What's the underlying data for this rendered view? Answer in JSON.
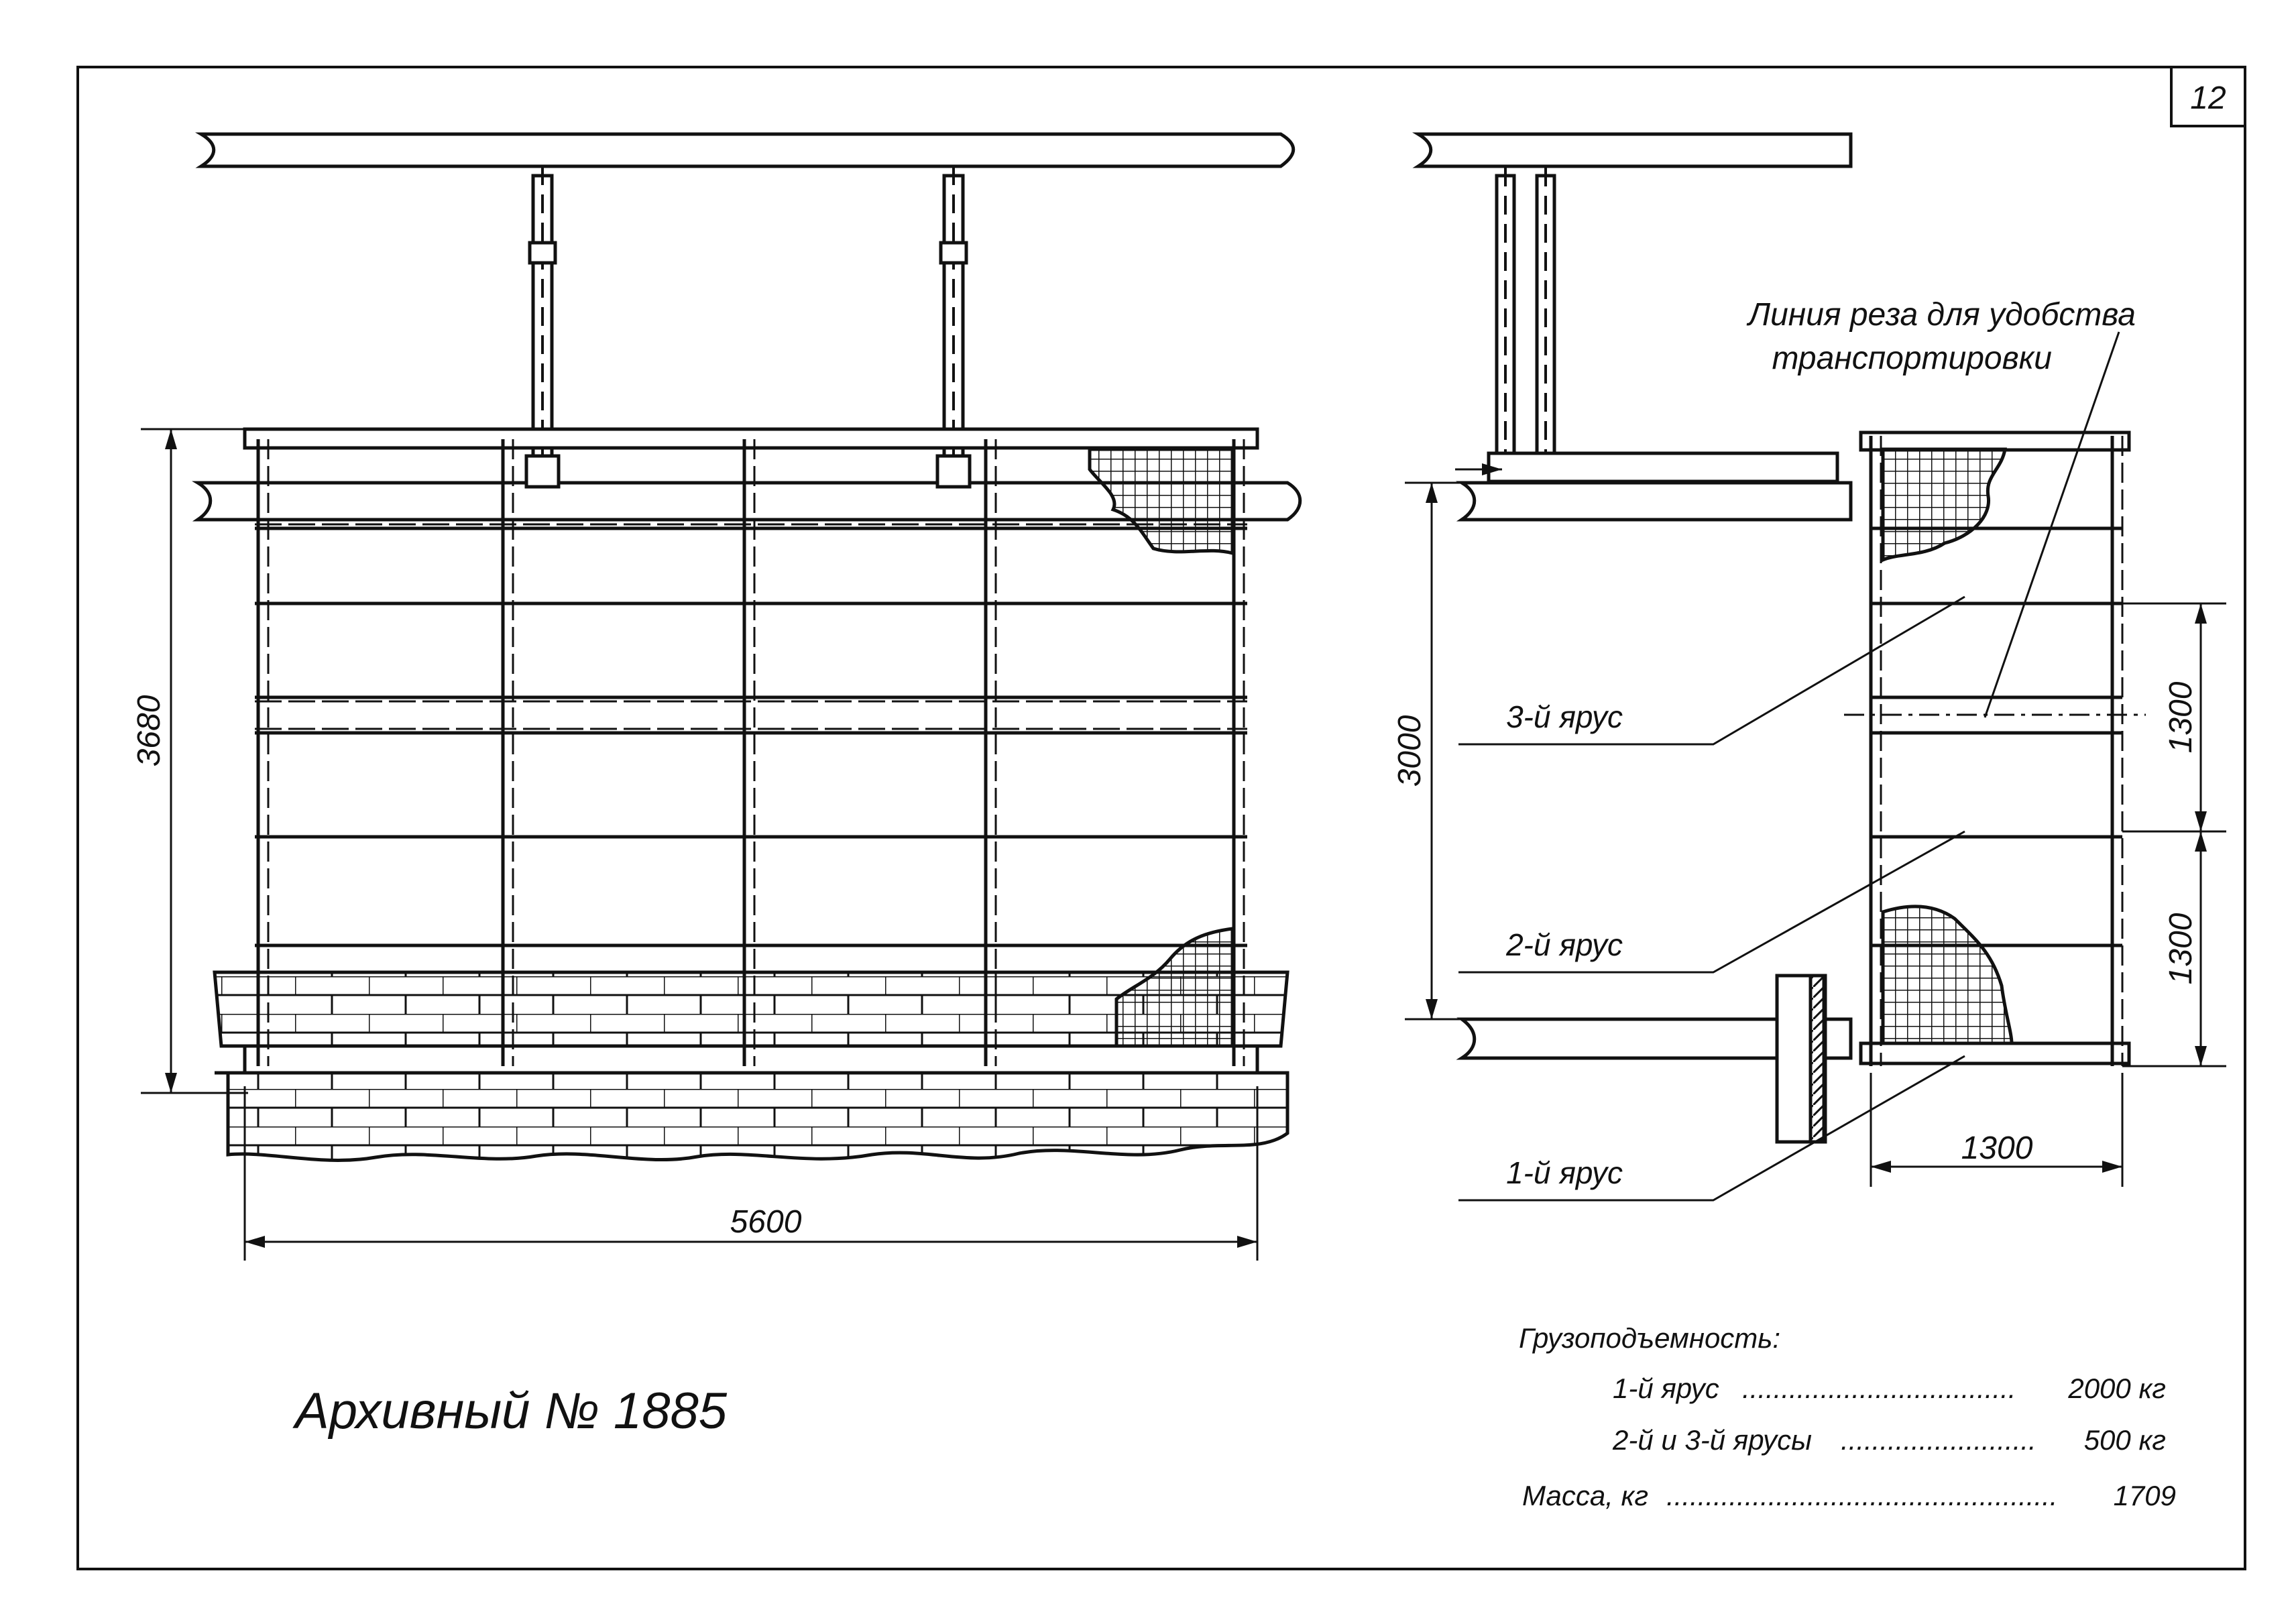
{
  "sheet": {
    "number": "12",
    "archive": "Архивный № 1885"
  },
  "front_view": {
    "dim_height": "3680",
    "dim_width": "5600"
  },
  "side_view": {
    "cut_line_label_1": "Линия реза для удобства",
    "cut_line_label_2": "транспортировки",
    "dim_height": "3000",
    "dim_tier_upper": "1300",
    "dim_tier_lower": "1300",
    "dim_width": "1300",
    "tiers": [
      "3-й ярус",
      "2-й ярус",
      "1-й ярус"
    ]
  },
  "specs": {
    "title": "Грузоподъемность:",
    "rows": [
      {
        "label": "1-й ярус",
        "value": "2000 кг"
      },
      {
        "label": "2-й и 3-й ярусы",
        "value": "500 кг"
      }
    ],
    "mass": {
      "label": "Масса, кг",
      "value": "1709"
    }
  }
}
